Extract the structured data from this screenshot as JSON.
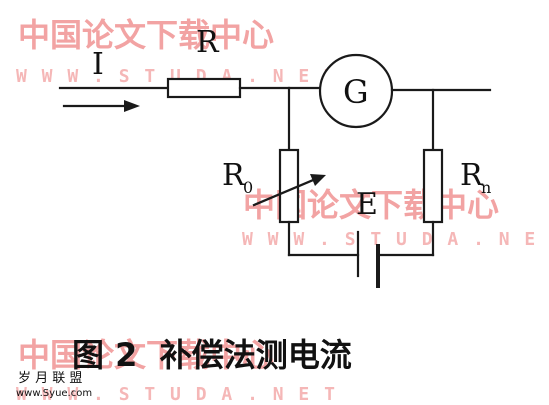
{
  "watermark": {
    "chinese": "中国论文下载中心",
    "url": "W W W . S T U D A . N E T"
  },
  "labels": {
    "current": "I",
    "resistor_series": "R",
    "galvanometer": "G",
    "resistor_left": "R",
    "resistor_left_sub": "0",
    "battery": "E",
    "resistor_right": "R",
    "resistor_right_sub": "n"
  },
  "caption": "图 2  补偿法测电流",
  "site_logo": {
    "name": "岁 月 联 盟",
    "url": "www.Syue.com"
  }
}
